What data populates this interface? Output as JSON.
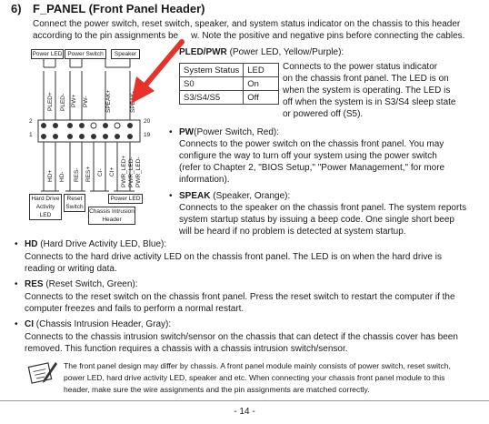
{
  "section": {
    "number": "6)",
    "title": "F_PANEL (Front Panel Header)",
    "intro_line1": "Connect the power switch, reset switch, speaker, and system status indicator on the chassis to this header",
    "intro_line2a": "according to the pin assignments be",
    "intro_line2b": "w. Note the positive and negative pins before connecting the cables."
  },
  "diagram": {
    "top_labels": [
      "Power LED",
      "Power Switch",
      "Speaker"
    ],
    "top_pins": [
      "PLED+",
      "PLED-",
      "PW+",
      "PW-",
      "SPEAK+",
      "SPEAK-"
    ],
    "bottom_pins": [
      "HD+",
      "HD-",
      "RES-",
      "RES+",
      "CI-",
      "CI+",
      "PWR_LED+",
      "PWR_LED-",
      "PWR_LED-"
    ],
    "pin_left_top": "2",
    "pin_left_bottom": "1",
    "pin_right_top": "20",
    "pin_right_bottom": "19",
    "hd_label_l1": "Hard Drive",
    "hd_label_l2": "Activity LED",
    "reset_label_l1": "Reset",
    "reset_label_l2": "Switch",
    "ci_label_l1": "Chassis Intrusion",
    "ci_label_l2": "Header",
    "pwrled_label": "Power LED"
  },
  "pled": {
    "name": "PLED/PWR",
    "desc": "(Power LED, Yellow/Purple):",
    "text_lines": [
      "Connects to the power status indicator",
      "on the chassis front panel. The LED is on",
      "when the system is operating. The LED is",
      "off when the system is in S3/S4 sleep state",
      "or powered off (S5)."
    ],
    "table": {
      "headers": [
        "System Status",
        "LED"
      ],
      "rows": [
        [
          "S0",
          "On"
        ],
        [
          "S3/S4/S5",
          "Off"
        ]
      ]
    }
  },
  "pw": {
    "name": "PW",
    "desc": "(Power Switch, Red):",
    "text_lines": [
      "Connects to the power switch on the chassis front panel. You may",
      "configure the way to turn off your system using the power switch",
      "(refer to Chapter 2, \"BIOS Setup,\" \"Power Management,\" for more",
      "information)."
    ]
  },
  "speak": {
    "name": "SPEAK",
    "desc": "(Speaker, Orange):",
    "text_lines": [
      "Connects to the speaker on the chassis front panel. The system reports",
      "system startup status by issuing a beep code. One single short beep",
      "will be heard if no problem is detected at system startup."
    ]
  },
  "hd": {
    "name": "HD",
    "desc": "(Hard Drive Activity LED, Blue):",
    "text_lines": [
      "Connects to the hard drive activity LED on the chassis front panel. The LED is on when the hard drive is",
      "reading or writing data."
    ]
  },
  "res": {
    "name": "RES",
    "desc": "(Reset Switch, Green):",
    "text_lines": [
      "Connects to the reset switch on the chassis front panel. Press the reset switch to restart the computer if the",
      "computer freezes and fails to perform a normal restart."
    ]
  },
  "ci": {
    "name": "CI",
    "desc": "(Chassis Intrusion Header, Gray):",
    "text_lines": [
      "Connects to the chassis intrusion switch/sensor on the chassis that can detect if the chassis cover has been",
      "removed. This function requires a chassis with a chassis intrusion switch/sensor."
    ]
  },
  "note": {
    "lines": [
      "The front panel design may differ by chassis. A front panel module mainly consists of power switch, reset switch,",
      "power LED, hard drive activity LED, speaker and etc. When connecting your chassis front panel module to this",
      "header, make sure the wire assignments and the pin assignments are matched correctly."
    ]
  },
  "footer": {
    "page": "- 14 -"
  },
  "colors": {
    "arrow": "#e8312a",
    "text": "#1a1a1a"
  }
}
